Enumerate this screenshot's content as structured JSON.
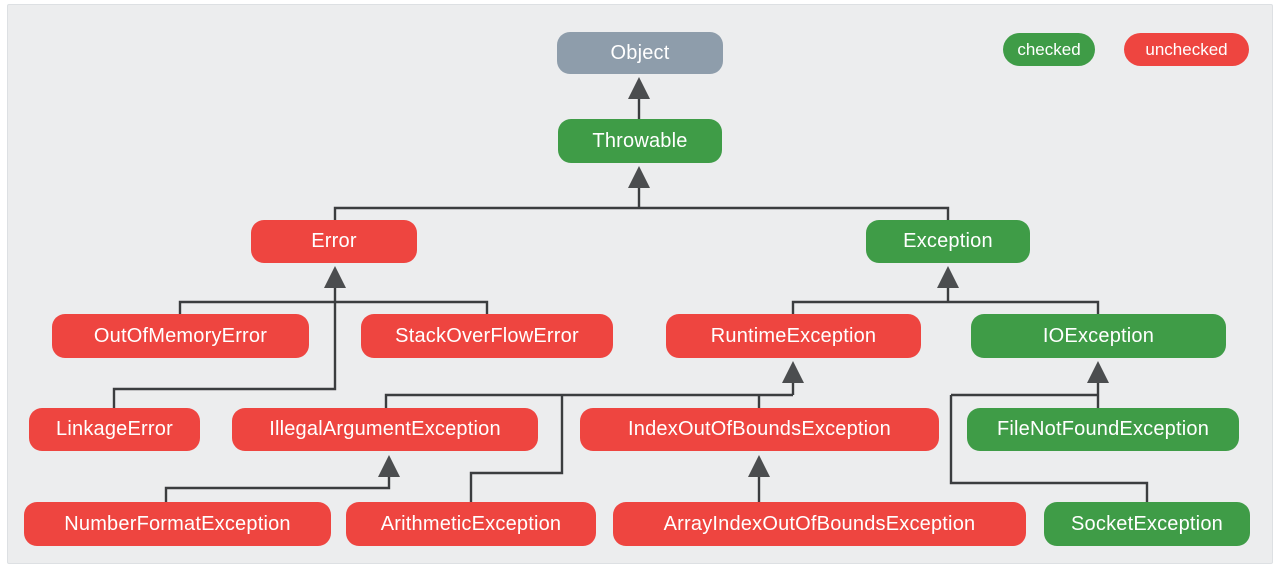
{
  "colors": {
    "checked_green": "#3f9c47",
    "unchecked_red": "#ee4540",
    "root_gray": "#8e9dab",
    "line": "#3b3d3f",
    "arrowhead": "#4b4d4f",
    "canvas_background": "#ecedee",
    "label_text": "#ffffff"
  },
  "legend": {
    "items": [
      {
        "label": "checked",
        "status": "checked"
      },
      {
        "label": "unchecked",
        "status": "unchecked"
      }
    ]
  },
  "diagram": {
    "nodes": [
      {
        "label": "Object",
        "status": "root",
        "parent": null
      },
      {
        "label": "Throwable",
        "status": "checked",
        "parent": "Object"
      },
      {
        "label": "Error",
        "status": "unchecked",
        "parent": "Throwable"
      },
      {
        "label": "Exception",
        "status": "checked",
        "parent": "Throwable"
      },
      {
        "label": "OutOfMemoryError",
        "status": "unchecked",
        "parent": "Error"
      },
      {
        "label": "StackOverFlowError",
        "status": "unchecked",
        "parent": "Error"
      },
      {
        "label": "RuntimeException",
        "status": "unchecked",
        "parent": "Exception"
      },
      {
        "label": "IOException",
        "status": "checked",
        "parent": "Exception"
      },
      {
        "label": "LinkageError",
        "status": "unchecked",
        "parent": "Error"
      },
      {
        "label": "IllegalArgumentException",
        "status": "unchecked",
        "parent": "RuntimeException"
      },
      {
        "label": "IndexOutOfBoundsException",
        "status": "unchecked",
        "parent": "RuntimeException"
      },
      {
        "label": "FileNotFoundException",
        "status": "checked",
        "parent": "IOException"
      },
      {
        "label": "NumberFormatException",
        "status": "unchecked",
        "parent": "IllegalArgumentException"
      },
      {
        "label": "ArithmeticException",
        "status": "unchecked",
        "parent": "RuntimeException"
      },
      {
        "label": "ArrayIndexOutOfBoundsException",
        "status": "unchecked",
        "parent": "IndexOutOfBoundsException"
      },
      {
        "label": "SocketException",
        "status": "checked",
        "parent": "IOException"
      }
    ]
  }
}
